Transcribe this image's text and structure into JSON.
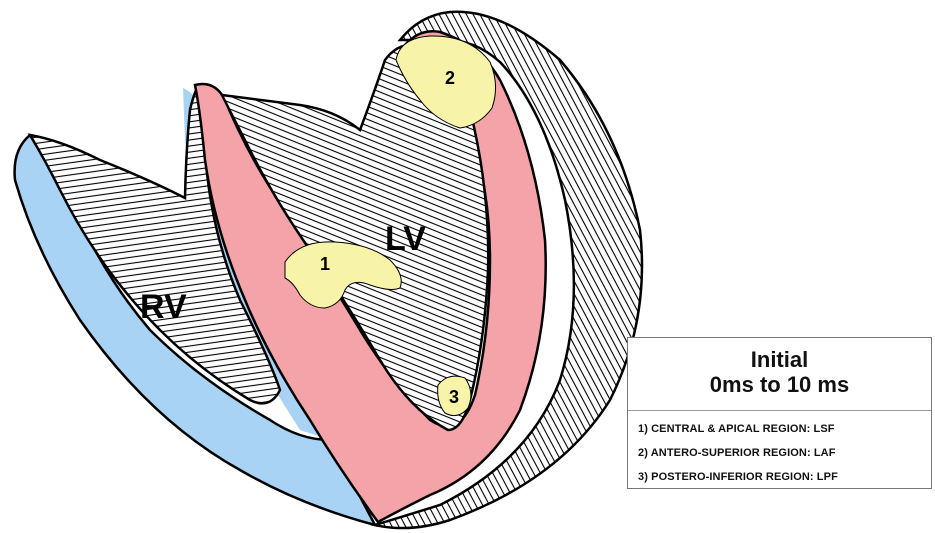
{
  "labels": {
    "rv": "RV",
    "lv": "LV",
    "regions": [
      "1",
      "2",
      "3"
    ]
  },
  "legend": {
    "title": "Initial",
    "subtitle": "0ms to 10 ms",
    "items": [
      "1) CENTRAL & APICAL REGION: LSF",
      "2) ANTERO-SUPERIOR REGION: LAF",
      "3) POSTERO-INFERIOR REGION: LPF"
    ]
  },
  "colors": {
    "right_ventricle_wall": "#a9d3f5",
    "septum_and_left_wall": "#f4a3a8",
    "activation_region": "#f7f3a8",
    "hatch": "#000000"
  }
}
